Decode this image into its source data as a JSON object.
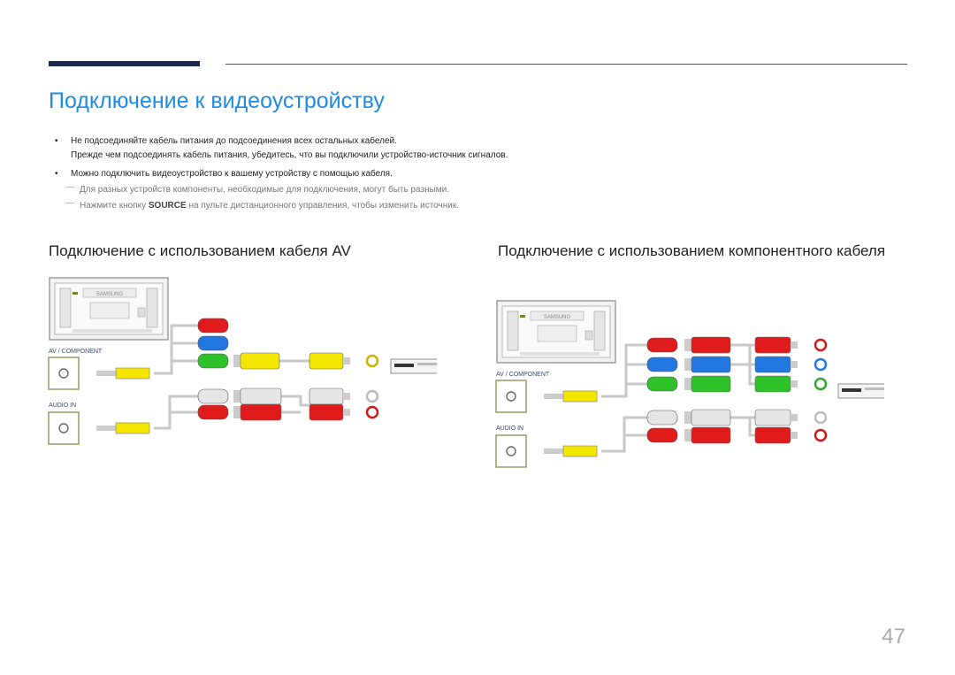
{
  "page": {
    "title": "Подключение к видеоустройству",
    "page_number": "47"
  },
  "notes": {
    "bullet1_line1": "Не подсоединяйте кабель питания до подсоединения всех остальных кабелей.",
    "bullet1_line2": "Прежде чем подсоединять кабель питания, убедитесь, что вы подключили устройство-источник сигналов.",
    "bullet2": "Можно подключить видеоустройство к вашему устройству с помощью кабеля.",
    "subnote1": "Для разных устройств компоненты, необходимые для подключения, могут быть разными.",
    "subnote2_before": "Нажмите кнопку ",
    "subnote2_key": "SOURCE",
    "subnote2_after": " на пульте дистанционного управления, чтобы изменить источник."
  },
  "sections": {
    "av_title": "Подключение с использованием кабеля AV",
    "component_title": "Подключение с использованием компонентного кабеля"
  },
  "diagram_labels": {
    "av_component_port": "AV / COMPONENT",
    "audio_in_port": "AUDIO IN",
    "brand_on_panel": "SAMSUNG"
  },
  "colors": {
    "title_blue": "#1f8be6",
    "top_bar": "#1c2a4f",
    "plug_red": "#e01b1b",
    "plug_blue": "#2277e0",
    "plug_green": "#2fc12a",
    "plug_yellow": "#f5e600",
    "plug_white": "#e6e6e6",
    "port_frame": "#9aa36a"
  }
}
